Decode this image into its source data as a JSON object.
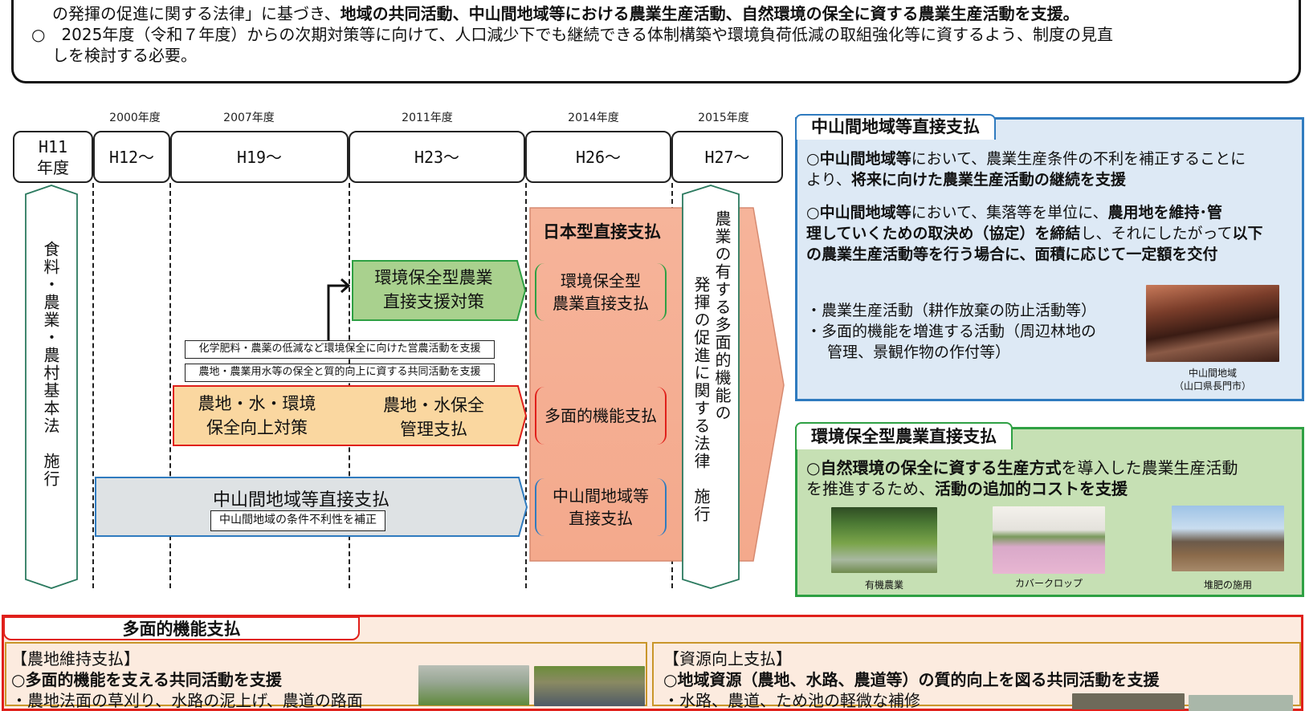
{
  "summary": {
    "line1_plain": "の発揮の促進に関する法律」に基づき、",
    "line1_bold": "地域の共同活動、中山間地域等における農業生産活動、自然環境の保全に資する農業生産活動を支援。",
    "line2": "○　2025年度（令和７年度）からの次期対策等に向けて、人口減少下でも継続できる体制構築や環境負荷低減の取組強化等に資するよう、制度の見直",
    "line3": "しを検討する必要。"
  },
  "timeline": {
    "years": [
      {
        "fiscal": "",
        "era": "H11\n年度"
      },
      {
        "fiscal": "2000年度",
        "era": "H12～"
      },
      {
        "fiscal": "2007年度",
        "era": "H19～"
      },
      {
        "fiscal": "2011年度",
        "era": "H23～"
      },
      {
        "fiscal": "2014年度",
        "era": "H26～"
      },
      {
        "fiscal": "2015年度",
        "era": "H27～"
      }
    ],
    "era_labels": {
      "h11_a": "H11",
      "h11_b": "年度"
    },
    "basic_law": "食料・農業・農村基本法　施行",
    "multifunction_law_col1": "農業の有する多面的機能の",
    "multifunction_law_col2": "発揮の促進に関する法律　施行",
    "env_program": {
      "line1": "環境保全型農業",
      "line2": "直接支援対策"
    },
    "note_env": "化学肥料・農薬の低減など環境保全に向けた営農活動を支援",
    "note_water": "農地・農業用水等の保全と質的向上に資する共同活動を支援",
    "water_program_a": {
      "line1": "農地・水・環境",
      "line2": "保全向上対策"
    },
    "water_program_b": {
      "line1": "農地・水保全",
      "line2": "管理支払"
    },
    "hilly_program": "中山間地域等直接支払",
    "hilly_note": "中山間地域の条件不利性を補正",
    "japan_direct": {
      "title": "日本型直接支払",
      "items": [
        {
          "line1": "環境保全型",
          "line2": "農業直接支払",
          "color": "#2ea043"
        },
        {
          "line1": "多面的機能支払",
          "line2": "",
          "color": "#e0201b"
        },
        {
          "line1": "中山間地域等",
          "line2": "直接支払",
          "color": "#2f7bbf"
        }
      ]
    }
  },
  "panel_hilly": {
    "tab": "中山間地域等直接支払",
    "p1_bold_a": "中山間地域等",
    "p1_plain_a": "において、農業生産条件の不利を補正することに",
    "p1_plain_b": "より、",
    "p1_bold_b": "将来に向けた農業生産活動の継続を支援",
    "p2_bold_a": "中山間地域等",
    "p2_plain_a": "において、集落等を単位に、",
    "p2_bold_b": "農用地を維持･管",
    "p2_bold_c": "理していくための取決め（協定）を締結",
    "p2_plain_b": "し、それにしたがって",
    "p2_bold_d": "以下",
    "p2_bold_e": "の農業生産活動等を行う場合に、面積に応じて一定額を交付",
    "bullet1": "・農業生産活動（耕作放棄の防止活動等）",
    "bullet2": "・多面的機能を増進する活動（周辺林地の",
    "bullet2b": "管理、景観作物の作付等）",
    "photo_caption1": "中山間地域",
    "photo_caption2": "（山口県長門市）",
    "circle": "○"
  },
  "panel_env": {
    "tab": "環境保全型農業直接支払",
    "bold_a": "自然環境の保全に資する生産方式",
    "plain_a": "を導入した農業生産活動",
    "plain_b": "を推進するため、",
    "bold_b": "活動の追加的コストを支援",
    "circle": "○",
    "photos": [
      {
        "caption": "有機農業"
      },
      {
        "caption": "カバークロップ"
      },
      {
        "caption": "堆肥の施用"
      }
    ]
  },
  "panel_multi": {
    "tab": "多面的機能支払",
    "left": {
      "heading": "【農地維持支払】",
      "bold": "○多面的機能を支える共同活動を支援",
      "partial": "・農地法面の草刈り、水路の泥上げ、農道の路面"
    },
    "right": {
      "heading": "【資源向上支払】",
      "bold": "○地域資源（農地、水路、農道等）の質的向上を図る共同活動を支援",
      "partial": "・水路、農道、ため池の軽微な補修"
    }
  },
  "colors": {
    "green_fill": "#a9d18e",
    "green_line": "#2ea043",
    "orange_fill": "#fad7a0",
    "red_line": "#e0201b",
    "gray_fill": "#dee2e4",
    "blue_line": "#2f7bbf",
    "salmon": "#f8b7a0",
    "panel_blue_bg": "#dde9f5",
    "panel_green_bg": "#c6e0b4",
    "panel_multi_bg": "#fcebdf",
    "gold_line": "#c9962a"
  }
}
